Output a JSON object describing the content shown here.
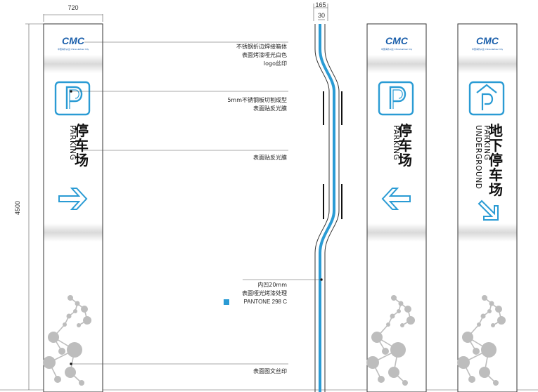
{
  "dimensions": {
    "width_label": "720",
    "height_label": "4500",
    "profile_outer_label": "165",
    "profile_inner_label": "30"
  },
  "brand": {
    "logo_text": "CMC",
    "logo_sub": "中国海外兴业 China Harbour City"
  },
  "signs": [
    {
      "cn": [
        "停",
        "车",
        "场"
      ],
      "en": [
        "PARKING"
      ],
      "arrow": "right"
    },
    {
      "cn": [
        "停",
        "车",
        "场"
      ],
      "en": [
        "PARKING"
      ],
      "arrow": "left"
    },
    {
      "cn": [
        "地",
        "下",
        "停",
        "车",
        "场"
      ],
      "en": [
        "UNDERGROUND",
        "PARKING"
      ],
      "arrow": "down-right"
    }
  ],
  "annotations": {
    "a1": [
      "不锈钢折边焊接箱体",
      "表面烤漆哑光白色",
      "logo丝印"
    ],
    "a2": [
      "5mm不锈钢板切割成型",
      "表面贴反光膜"
    ],
    "a3": [
      "表面贴反光膜"
    ],
    "a4": [
      "内凹20mm",
      "表面哑光烤漆处理"
    ],
    "pantone": "PANTONE 298 C",
    "a5": [
      "表面图文丝印"
    ]
  },
  "colors": {
    "accent": "#2a9bd4",
    "band": "#e2e2e2",
    "molecule": "#bdbdbd"
  }
}
